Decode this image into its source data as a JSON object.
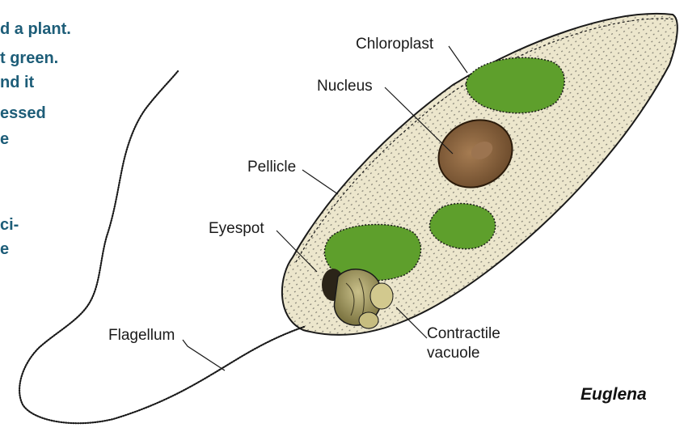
{
  "side_text": [
    "d a plant.",
    "t green.",
    "nd it",
    "essed",
    "e",
    "ci-",
    "e"
  ],
  "labels": {
    "chloroplast": "Chloroplast",
    "nucleus": "Nucleus",
    "pellicle": "Pellicle",
    "eyespot": "Eyespot",
    "flagellum": "Flagellum",
    "contractile_vacuole_line1": "Contractile",
    "contractile_vacuole_line2": "vacuole"
  },
  "species_name": "Euglena",
  "colors": {
    "body_fill": "#ece6cc",
    "chloroplast": "#5e9f2c",
    "nucleus": "#7a5636",
    "side_text": "#1d5d78"
  }
}
